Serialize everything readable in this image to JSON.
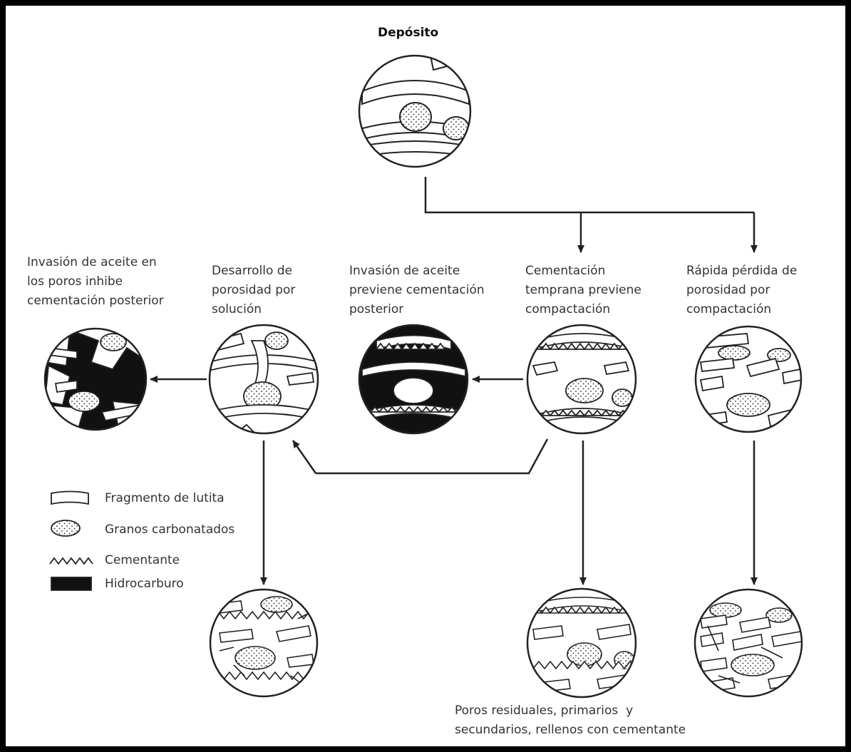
{
  "title": "Depósito",
  "labels": {
    "oil_inhibits": "Invasión de aceite en\nlos poros inhibe\ncementación posterior",
    "solution_porosity": "Desarrollo de\nporosidad por\nsolución",
    "oil_prevents": "Invasión de aceite\npreviene cementación\nposterior",
    "early_cement": "Cementación\ntemprana previene\ncompactación",
    "rapid_loss": "Rápida pérdida de\nporosidad por\ncompactación",
    "residual_pores": "Poros residuales, primarios  y\nsecundarios, rellenos con cementante"
  },
  "legend": [
    {
      "key": "shale",
      "label": "Fragmento de lutita"
    },
    {
      "key": "grain",
      "label": "Granos carbonatados"
    },
    {
      "key": "cement",
      "label": "Cementante"
    },
    {
      "key": "hydrocarbon",
      "label": "Hidrocarburo"
    }
  ]
}
